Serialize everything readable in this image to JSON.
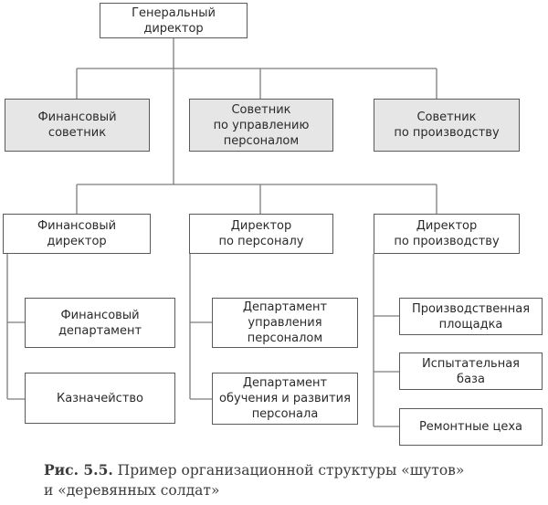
{
  "boxes": {
    "ceo": "Генеральный\nдиректор",
    "fin_advisor": "Финансовый советник",
    "hr_advisor": "Советник\nпо управлению\nперсоналом",
    "prod_advisor": "Советник\nпо производству",
    "fin_director": "Финансовый директор",
    "hr_director": "Директор\nпо персоналу",
    "prod_director": "Директор\nпо производству",
    "fin_department": "Финансовый\nдепартамент",
    "treasury": "Казначейство",
    "hr_management_dept": "Департамент\nуправления\nперсоналом",
    "hr_training_dept": "Департамент\nобучения и развития\nперсонала",
    "production_site": "Производственная\nплощадка",
    "test_base": "Испытательная\nбаза",
    "repair_shops": "Ремонтные цеха"
  },
  "caption": {
    "number": "Рис. 5.5.",
    "text": " Пример организационной структуры «шутов»\nи «деревянных солдат»"
  },
  "colors": {
    "advisor_fill": "#e6e6e6",
    "box_fill": "#ffffff",
    "line": "#7c7c7c"
  }
}
